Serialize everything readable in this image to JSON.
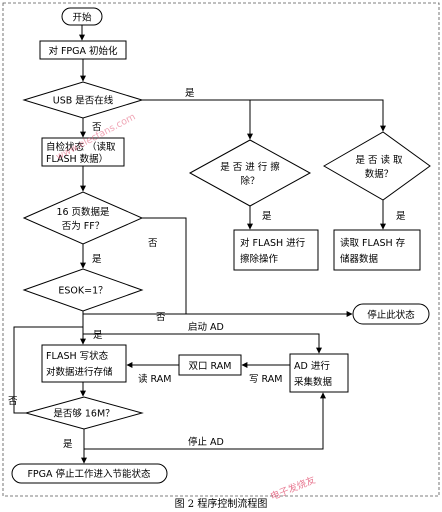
{
  "nodes": {
    "start": "开始",
    "init": "对 FPGA 初始化",
    "usb": "USB 是否在线",
    "selfcheck_l1": "自检状态 （读取",
    "selfcheck_l2": "FLASH 数据）",
    "erase_q_l1": "是 否 进 行 擦",
    "erase_q_l2": "除？",
    "read_q_l1": "是 否 读 取",
    "read_q_l2": "数据？",
    "erase_op_l1": "对 FLASH 进行",
    "erase_op_l2": "擦除操作",
    "read_op_l1": "读取 FLASH 存",
    "read_op_l2": "储器数据",
    "page_q_l1": "16  页数据是",
    "page_q_l2": "否为 FF？",
    "esok": "ESOK=1？",
    "stop_state": "停止此状态",
    "flash_write_l1": "FLASH  写状态",
    "flash_write_l2": "对数据进行存储",
    "dual_ram": "双口 RAM",
    "ad_l1": "AD 进行",
    "ad_l2": "采集数据",
    "full_q": "是否够 16M？",
    "end": "FPGA 停止工作进入节能状态"
  },
  "labels": {
    "yes": "是",
    "no": "否",
    "start_ad": "启动 AD",
    "stop_ad": "停止 AD",
    "read_ram": "读 RAM",
    "write_ram": "写 RAM"
  },
  "caption": "图 2    程序控制流程图",
  "watermarks": {
    "site": "www.elecfans.com",
    "brand": "电子发烧友"
  }
}
